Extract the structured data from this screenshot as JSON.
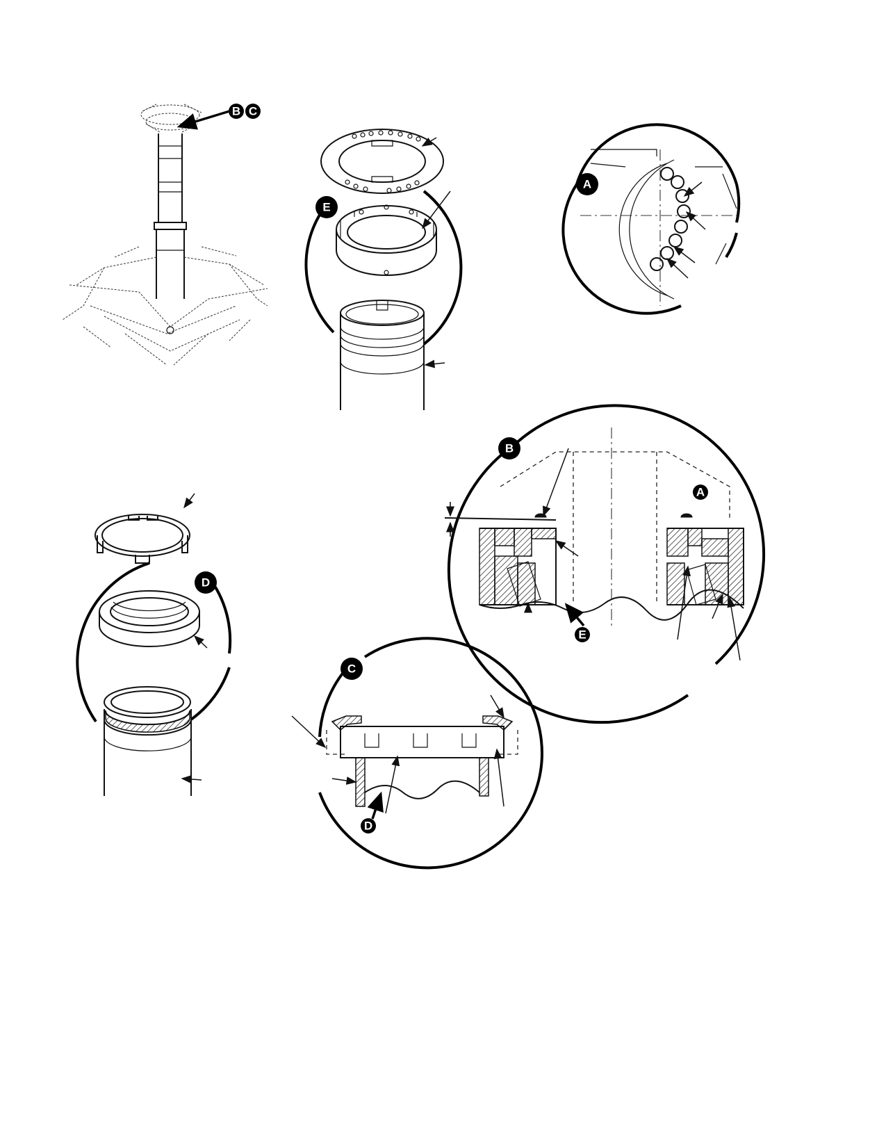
{
  "callouts": {
    "b": "B",
    "c": "C",
    "e": "E",
    "a": "A",
    "d": "D"
  }
}
